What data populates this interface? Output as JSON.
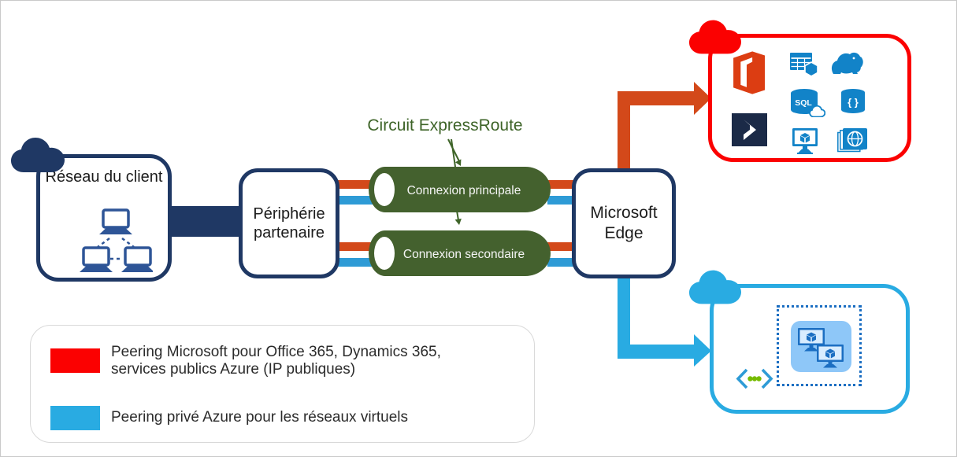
{
  "colors": {
    "navy": "#1F3864",
    "computer_blue": "#2E5597",
    "red": "#FB0101",
    "orange_red": "#D3491A",
    "cyan": "#29ABE2",
    "line_blue": "#2E9BD6",
    "cylinder_green": "#44612E",
    "circuit_green": "#3E6428",
    "azure_icon_blue": "#1283C8",
    "dynamics_navy": "#1B2A47",
    "vnet_blue": "#1B6EC2",
    "vnet_fill": "#8EC7F8",
    "dot_green": "#76BB00"
  },
  "nodes": {
    "client_network": {
      "label": "Réseau du client",
      "icon": "client-computers-network"
    },
    "partner_edge": {
      "label": "Périphérie partenaire"
    },
    "microsoft_edge": {
      "label": "Microsoft Edge"
    }
  },
  "circuit": {
    "title": "Circuit ExpressRoute",
    "connections": [
      {
        "label": "Connexion principale"
      },
      {
        "label": "Connexion secondaire"
      }
    ]
  },
  "microsoft_services": {
    "cloud_icon": "red-cloud",
    "icons": [
      "office-365",
      "table-storage",
      "hdinsight-elephant",
      "sql-database",
      "cosmos-db",
      "dynamics-365",
      "virtual-machine",
      "web-apps"
    ],
    "sql_label": "SQL",
    "braces_label": "{ }"
  },
  "azure_vnet": {
    "cloud_icon": "blue-cloud",
    "icons": [
      "virtual-network-chevrons",
      "virtual-machine",
      "virtual-machine"
    ]
  },
  "legend": {
    "items": [
      {
        "color": "#FB0101",
        "label": "Peering Microsoft pour Office 365, Dynamics 365, services publics Azure (IP publiques)"
      },
      {
        "color": "#29ABE2",
        "label": "Peering privé Azure pour les réseaux virtuels"
      }
    ]
  }
}
